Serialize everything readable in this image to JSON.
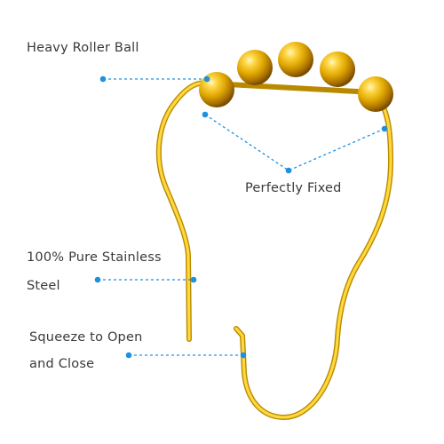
{
  "callouts": {
    "roller_ball": "Heavy Roller Ball",
    "perfectly_fixed": "Perfectly Fixed",
    "stainless_line1": "100% Pure Stainless",
    "stainless_line2": "Steel",
    "squeeze_line1": "Squeeze to Open",
    "squeeze_line2": "and Close"
  },
  "colors": {
    "gold": "#f2c200",
    "gold_dark": "#b8860b",
    "leader_line": "#1e90e0"
  },
  "product": {
    "icon": "curtain-hook-roller-icon",
    "roller_ball_count": 5
  }
}
